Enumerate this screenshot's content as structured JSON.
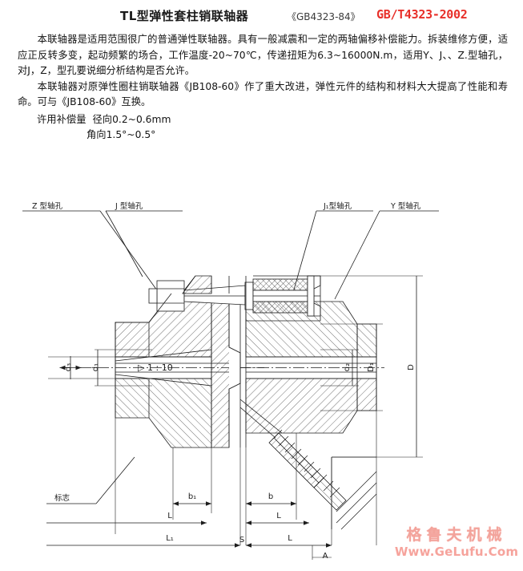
{
  "header": {
    "title": "TL型弹性套柱销联轴器",
    "standard_old": "《GB4323-84》",
    "standard_new": "GB/T4323-2002",
    "standard_new_color": "#e8302a"
  },
  "body": {
    "paragraph_1": "本联轴器是适用范围很广的普通弹性联轴器。具有一般减震和一定的两轴偏移补偿能力。拆装维修方便，适应正反转多变，起动频繁的场合，工作温度-20~70℃，传递扭矩为6.3~16000N.m，适用Y、J、、Z.型轴孔，对J，Z，型孔要说细分析结构是否允许。",
    "paragraph_2": "本联轴器对原弹性圈柱销联轴器《JB108-60》作了重大改进，弹性元件的结构和材料大大提高了性能和寿命。可与《JB108-60》互换。",
    "compensation_label": "许用补偿量",
    "compensation_radial": "径向0.2~0.6mm",
    "compensation_angular": "角向1.5°~0.5°"
  },
  "drawing": {
    "callouts": [
      {
        "key": "z_bore",
        "text": "Z 型轴孔"
      },
      {
        "key": "j_bore",
        "text": "J 型轴孔"
      },
      {
        "key": "j1_bore",
        "text": "J₁型轴孔"
      },
      {
        "key": "y_bore",
        "text": "Y 型轴孔"
      },
      {
        "key": "marking",
        "text": "标志"
      }
    ],
    "dimensions": {
      "d3": "d₃",
      "d1": "d₁",
      "d2": "d₂",
      "D1": "D₁",
      "D": "D",
      "b1": "b₁",
      "b": "b",
      "L": "L",
      "L1": "L₁",
      "S": "S",
      "A": "A"
    },
    "taper_note": "1 : 10",
    "taper_symbol": "▷",
    "line_color": "#1d1d1d"
  },
  "watermark": {
    "cn": "格鲁夫机械",
    "en": "Www.GeLufu.Com",
    "color": "#f5a79f"
  }
}
